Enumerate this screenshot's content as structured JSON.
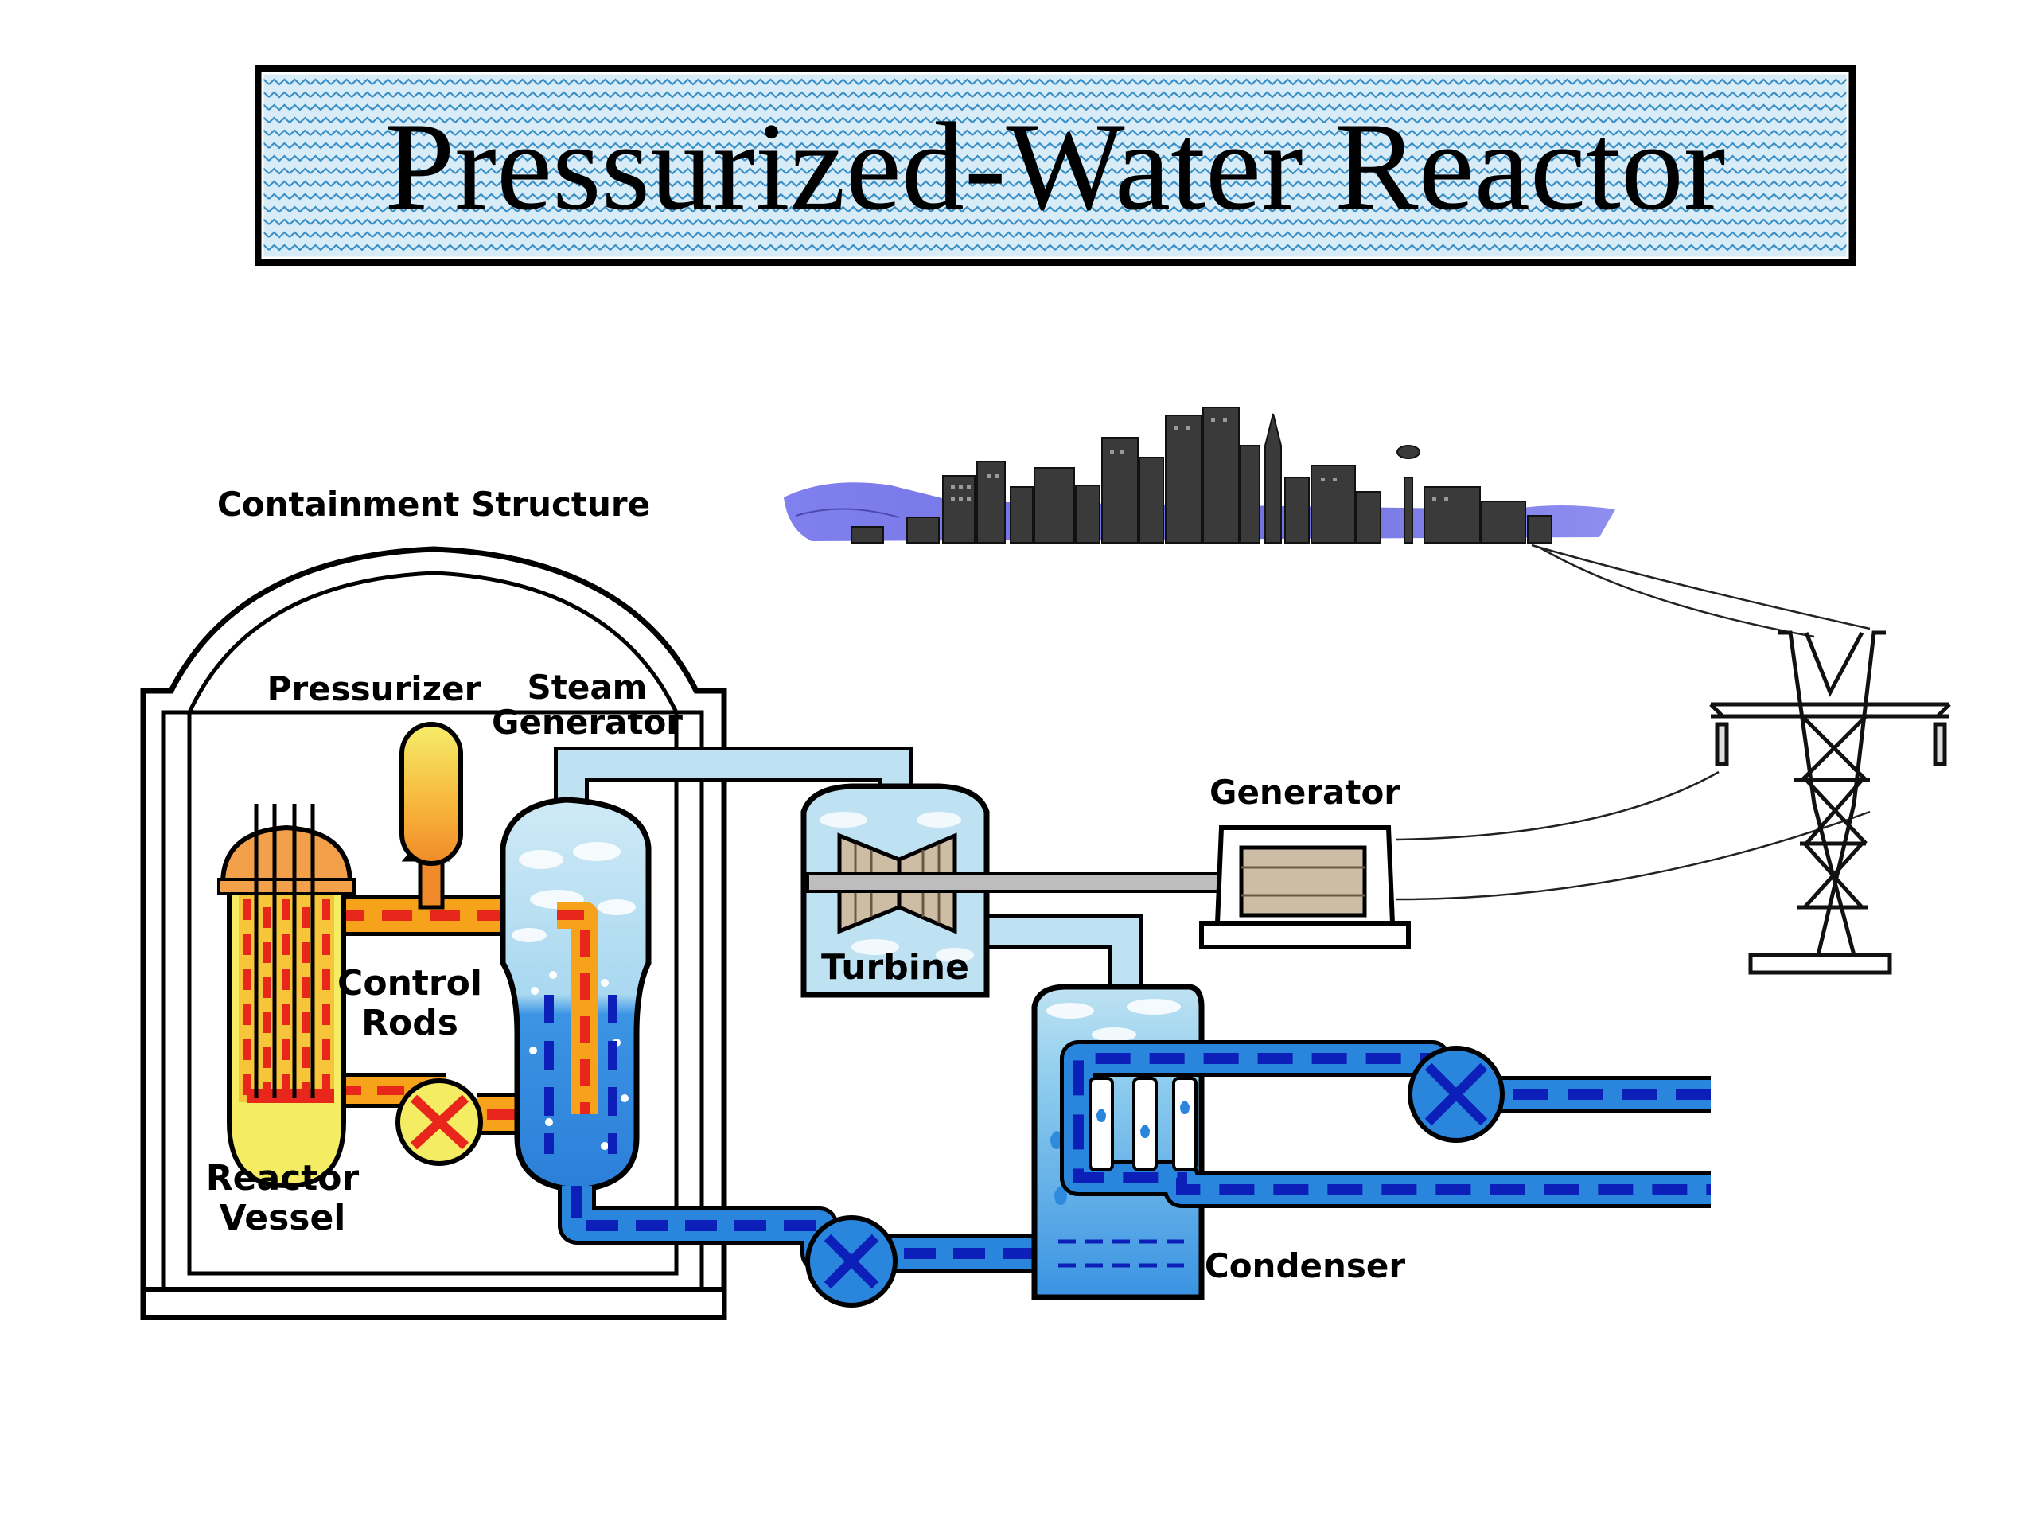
{
  "title": "Pressurized-Water Reactor",
  "labels": {
    "containment": "Containment Structure",
    "pressurizer": "Pressurizer",
    "steam_generator_1": "Steam",
    "steam_generator_2": "Generator",
    "control_rods_1": "Control",
    "control_rods_2": "Rods",
    "reactor_vessel_1": "Reactor",
    "reactor_vessel_2": "Vessel",
    "turbine": "Turbine",
    "generator": "Generator",
    "condenser": "Condenser"
  },
  "colors": {
    "title_bg": "#cfe7f4",
    "title_pattern": "#3a8fc6",
    "primary_hot": "#e8261c",
    "primary_flow": "#f7a21b",
    "core_yellow": "#f4ec62",
    "steam_light": "#bfe2f2",
    "water_blue": "#2a86dc",
    "flow_dark": "#0c1fb8",
    "city": "#3a3a3a",
    "sky": "#7d7be8"
  }
}
